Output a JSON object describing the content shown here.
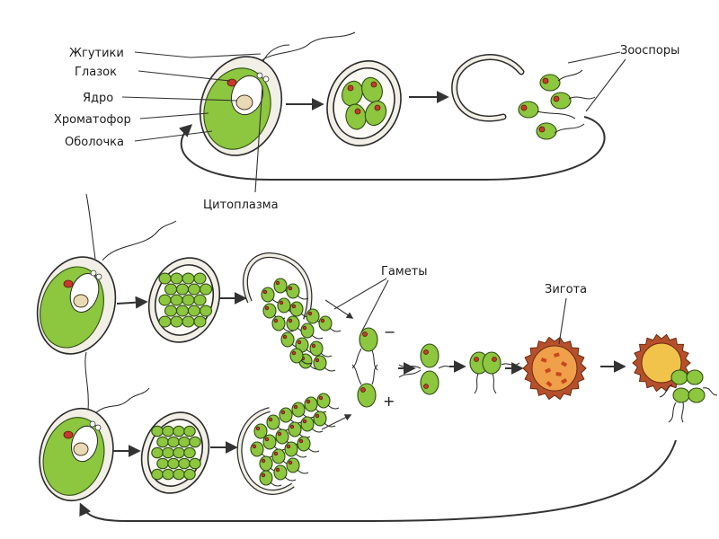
{
  "labels": {
    "flagella": "Жгутики",
    "eyespot": "Глазок",
    "nucleus": "Ядро",
    "chromatophore": "Хроматофор",
    "shell": "Оболочка",
    "cytoplasm": "Цитоплазма",
    "zoospores": "Зооспоры",
    "gametes": "Гаметы",
    "zygote": "Зигота",
    "minus": "−",
    "plus": "+"
  },
  "colors": {
    "chloroplast": "#8dc63f",
    "eyespot": "#c73a2a",
    "zygote_wall": "#b5502a",
    "zygote_core": "#f0a04a"
  }
}
